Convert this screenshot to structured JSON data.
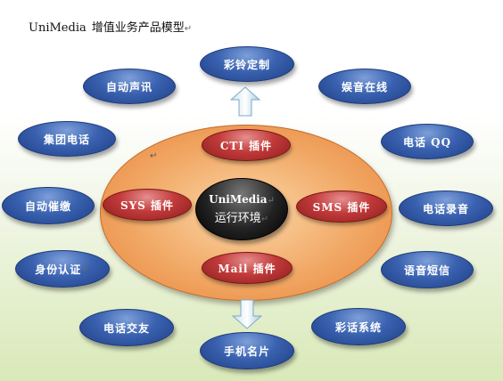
{
  "title": {
    "brand": "UniMedia",
    "text": "增值业务产品模型",
    "mark": "↵"
  },
  "core": {
    "line1": "UniMedia",
    "line2": "运行环境",
    "mark": "↵"
  },
  "plugins": {
    "cti": "CTI 插件",
    "sys": "SYS 插件",
    "sms": "SMS 插件",
    "mail": "Mail 插件"
  },
  "products": {
    "caling": "彩铃定制",
    "auto_voice": "自动声讯",
    "group_phone": "集团电话",
    "auto_reminder": "自动催缴",
    "id_auth": "身份认证",
    "phone_friends": "电话交友",
    "card": "手机名片",
    "color_system": "彩话系统",
    "voice_sms": "语音短信",
    "phone_record": "电话录音",
    "phone_qq": "电话 QQ",
    "audio_live": "娱音在线"
  },
  "marks": {
    "id_auth_mark": "↵",
    "cursor_mark": "↵"
  }
}
